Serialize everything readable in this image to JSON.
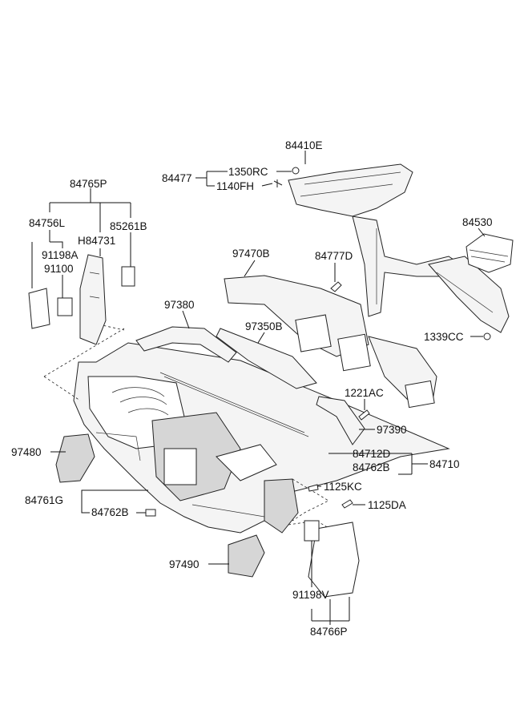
{
  "labels": {
    "p84410E": "84410E",
    "p84477": "84477",
    "p1350RC": "1350RC",
    "p1140FH": "1140FH",
    "p84765P": "84765P",
    "p84756L": "84756L",
    "p85261B": "85261B",
    "pH84731": "H84731",
    "p91198A": "91198A",
    "p91100": "91100",
    "p84530": "84530",
    "p97470B": "97470B",
    "p84777D": "84777D",
    "p97380": "97380",
    "p97350B": "97350B",
    "p1339CC": "1339CC",
    "p1221AC": "1221AC",
    "p97390": "97390",
    "p97480": "97480",
    "p84712D": "84712D",
    "p84762B_a": "84762B",
    "p84710": "84710",
    "p1125KC": "1125KC",
    "p84761G": "84761G",
    "p84762B_b": "84762B",
    "p1125DA": "1125DA",
    "p97490": "97490",
    "p91198V": "91198V",
    "p84766P": "84766P"
  }
}
